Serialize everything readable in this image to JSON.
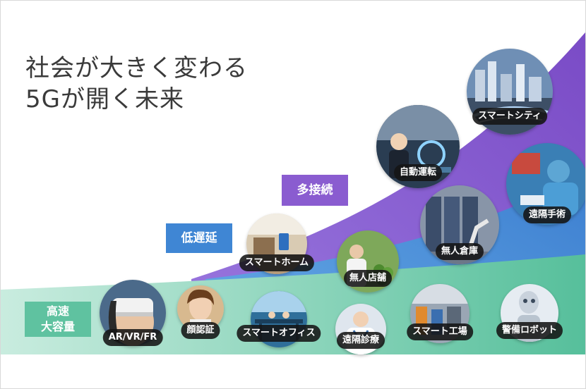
{
  "title": {
    "line1": "社会が大きく変わる",
    "line2": "5Gが開く未来"
  },
  "categories": {
    "multi_connection": "多接続",
    "low_latency": "低遅延",
    "high_speed_line1": "高速",
    "high_speed_line2": "大容量"
  },
  "use_cases": [
    {
      "label": "スマートシティ",
      "icon": "city-icon"
    },
    {
      "label": "自動運転",
      "icon": "car-icon"
    },
    {
      "label": "遠隔手術",
      "icon": "surgery-icon"
    },
    {
      "label": "無人倉庫",
      "icon": "warehouse-icon"
    },
    {
      "label": "スマートホーム",
      "icon": "home-icon"
    },
    {
      "label": "無人店舗",
      "icon": "store-icon"
    },
    {
      "label": "AR/VR/FR",
      "icon": "vr-headset-icon"
    },
    {
      "label": "顔認証",
      "icon": "face-icon"
    },
    {
      "label": "スマートオフィス",
      "icon": "office-icon"
    },
    {
      "label": "遠隔診療",
      "icon": "doctor-icon"
    },
    {
      "label": "スマート工場",
      "icon": "factory-icon"
    },
    {
      "label": "警備ロボット",
      "icon": "robot-icon"
    }
  ],
  "colors": {
    "purple": "#8a5cd0",
    "blue": "#3f86d4",
    "green": "#5fc2a0",
    "title_text": "#3a3a3a"
  }
}
